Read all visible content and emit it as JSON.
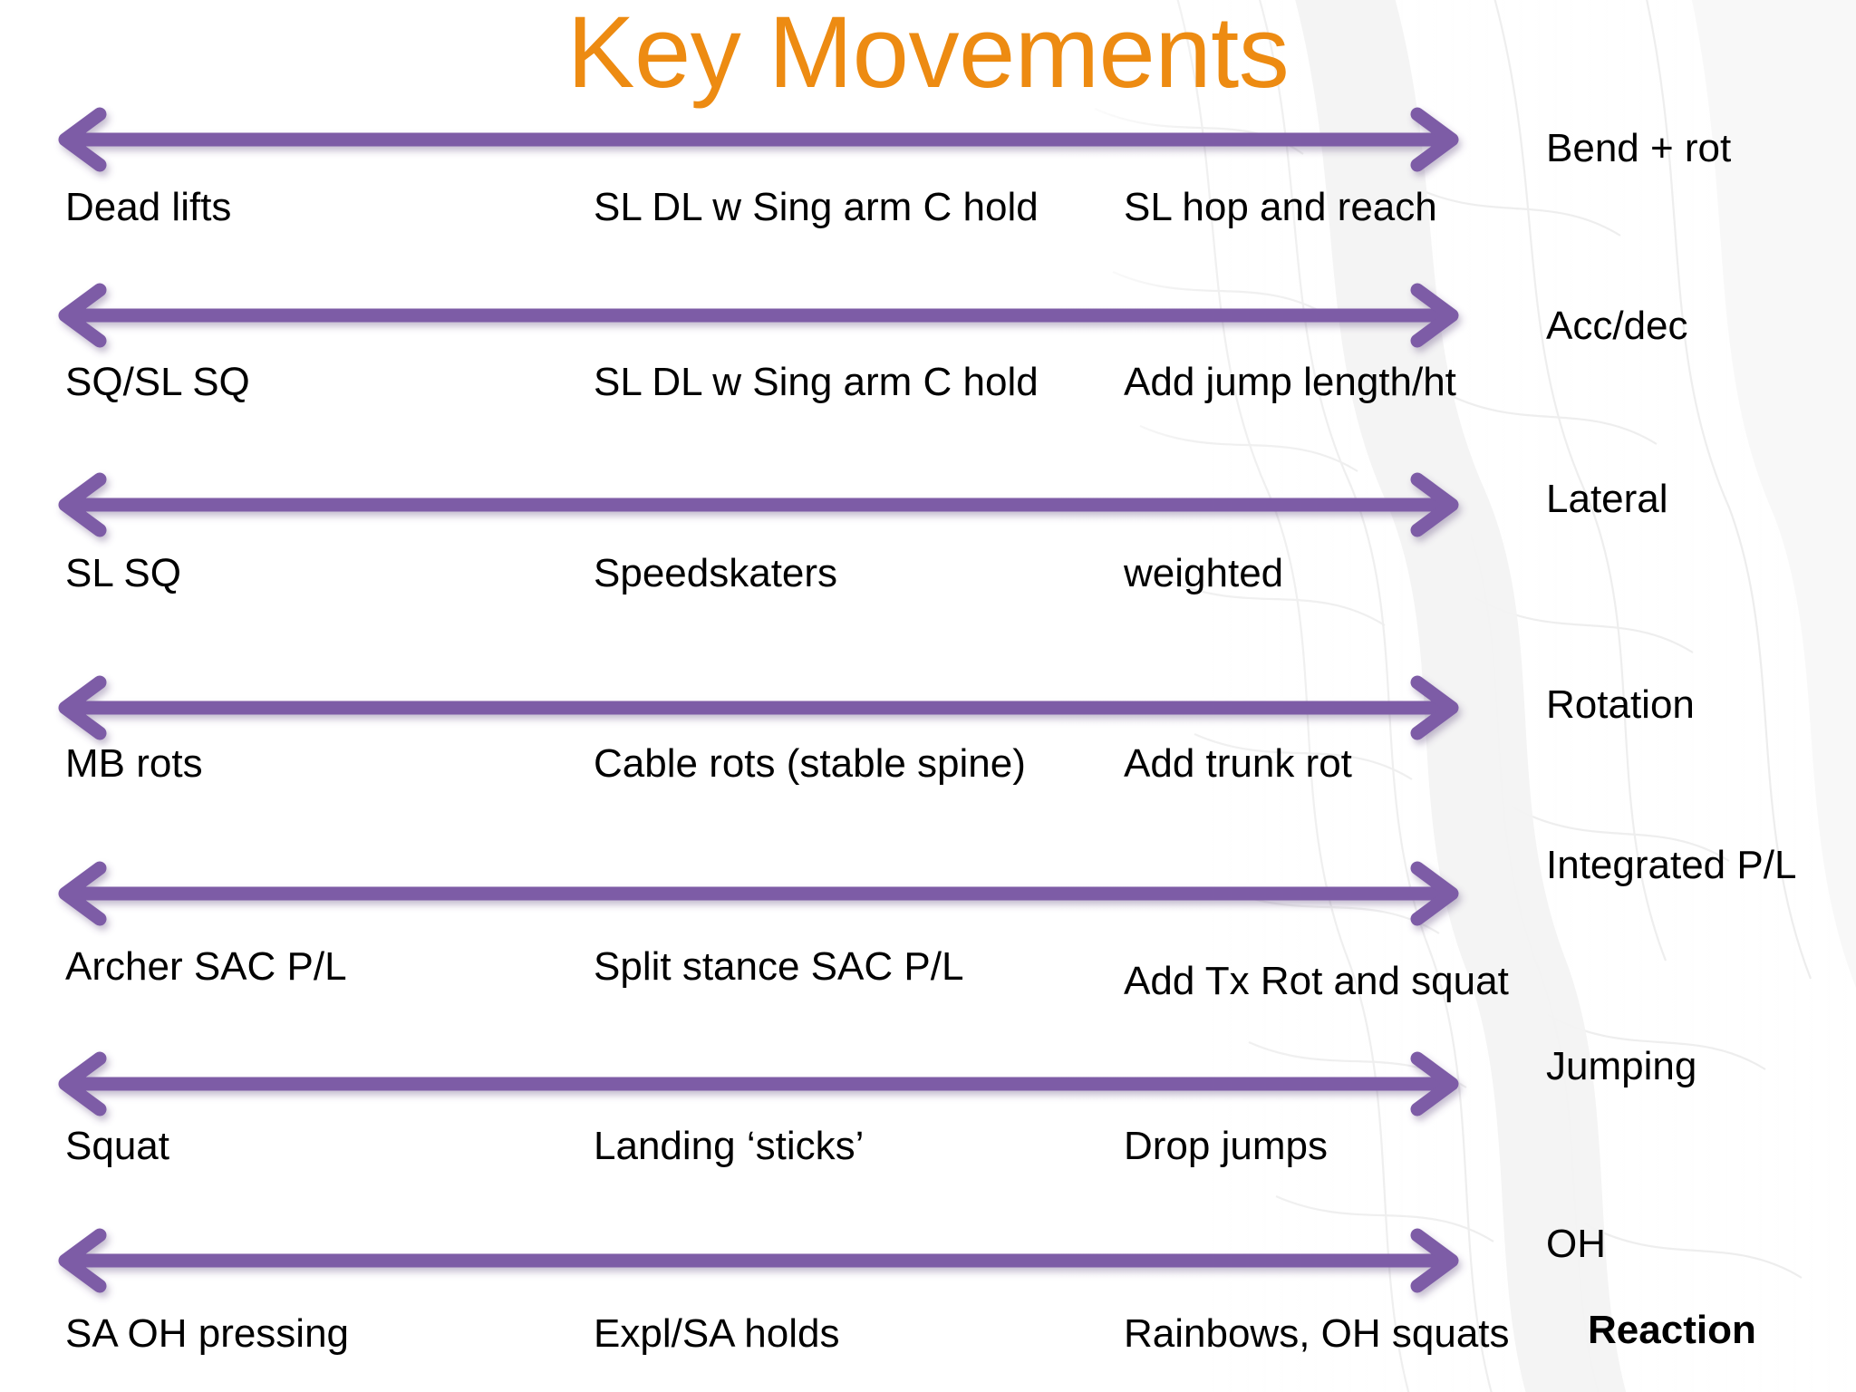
{
  "slide": {
    "title": "Key Movements",
    "title_color": "#ED8B12",
    "arrow_color": "#7D5BA6",
    "text_color": "#000000",
    "background": "#FFFFFF"
  },
  "rows": [
    {
      "category": "Bend + rot",
      "col1": "Dead lifts",
      "col2": "SL DL w Sing arm C hold",
      "col3": "SL hop and reach"
    },
    {
      "category": "Acc/dec",
      "col1": "SQ/SL SQ",
      "col2": "SL DL w Sing arm C hold",
      "col3": "Add jump length/ht"
    },
    {
      "category": "Lateral",
      "col1": "SL SQ",
      "col2": "Speedskaters",
      "col3": "weighted"
    },
    {
      "category": "Rotation",
      "col1": "MB rots",
      "col2": "Cable rots (stable spine)",
      "col3": "Add trunk rot"
    },
    {
      "category": "Integrated P/L",
      "col1": "Archer SAC P/L",
      "col2": "Split stance SAC P/L",
      "col3": "Add Tx Rot and squat"
    },
    {
      "category": "Jumping",
      "col1": "Squat",
      "col2": "Landing ‘sticks’",
      "col3": "Drop jumps"
    },
    {
      "category": "OH",
      "col1": "SA OH pressing",
      "col2": "Expl/SA holds",
      "col3": "Rainbows, OH squats"
    }
  ],
  "footer": {
    "label": "Reaction"
  },
  "icons": {
    "arrow": "double-headed-arrow-icon"
  }
}
